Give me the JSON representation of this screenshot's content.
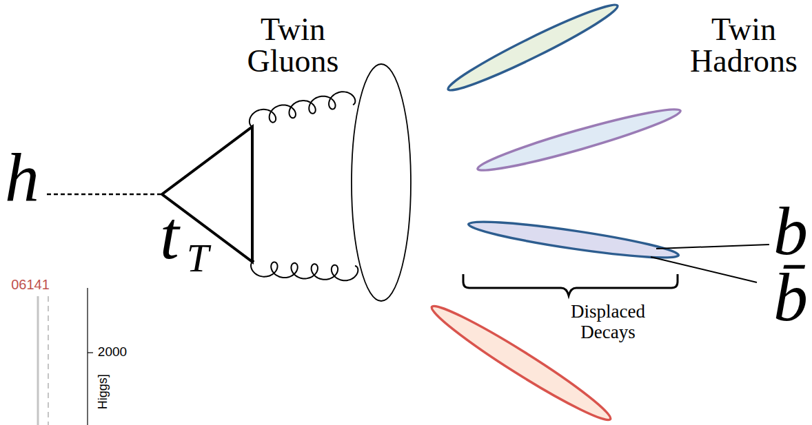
{
  "diagram": {
    "labels": [
      "Twin Gluons",
      "Twin Hadrons",
      "h",
      "t",
      "T",
      "b",
      "b̄",
      "Displaced Decays",
      "06141",
      "2000",
      "Higgs]"
    ]
  }
}
